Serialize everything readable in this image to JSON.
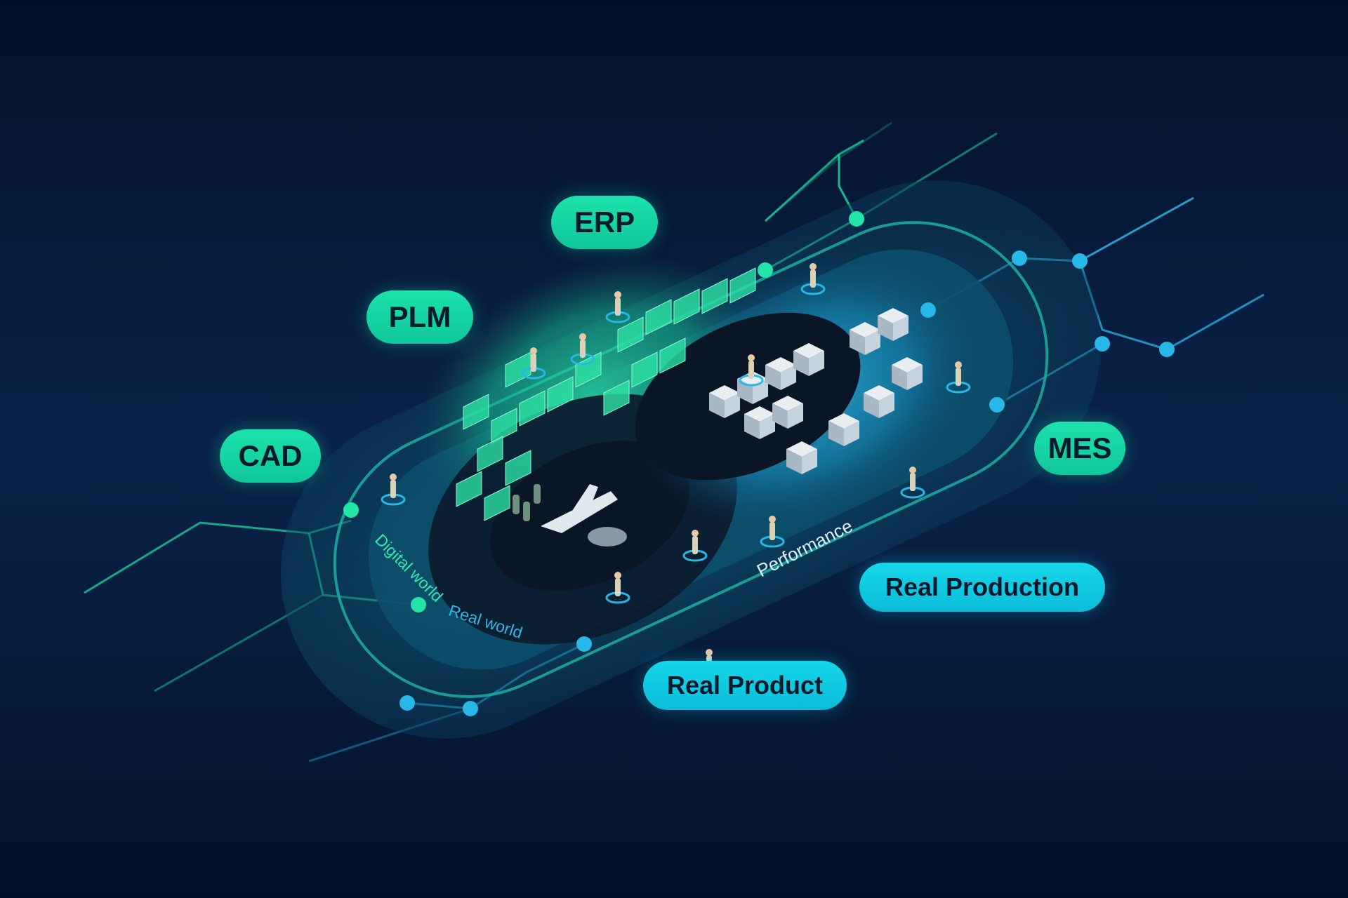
{
  "labels": {
    "erp": "ERP",
    "plm": "PLM",
    "cad": "CAD",
    "mes": "MES",
    "real_production": "Real Production",
    "real_product": "Real Product"
  },
  "ring_labels": {
    "digital_world": "Digital world",
    "real_world": "Real world",
    "performance": "Performance"
  },
  "colors": {
    "background": "#061433",
    "green_accent": "#1de2ab",
    "cyan_accent": "#16d7ea",
    "ring": "#0e5a6a",
    "node_green": "#22e6a8",
    "node_blue": "#27b8e8"
  }
}
